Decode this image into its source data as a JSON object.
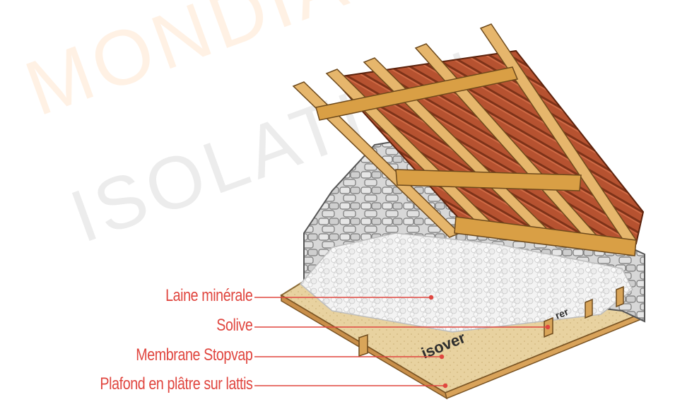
{
  "watermark": {
    "line1": "MONDIAL",
    "line2": "ISOLATION"
  },
  "brand_print": {
    "primary": "isover",
    "secondary": "rer"
  },
  "labels": [
    {
      "id": "laine-minerale",
      "text": "Laine minérale"
    },
    {
      "id": "solive",
      "text": "Solive"
    },
    {
      "id": "membrane-stopvap",
      "text": "Membrane Stopvap"
    },
    {
      "id": "plafond-platre",
      "text": "Plafond en plâtre sur lattis"
    }
  ],
  "colors": {
    "label": "#e0463f",
    "timber": "#e3b36a",
    "roof_tile": "#b5502c",
    "stone": "#d9d9d9",
    "insulation": "#f2f2f2",
    "membrane": "#e6cf9c"
  }
}
